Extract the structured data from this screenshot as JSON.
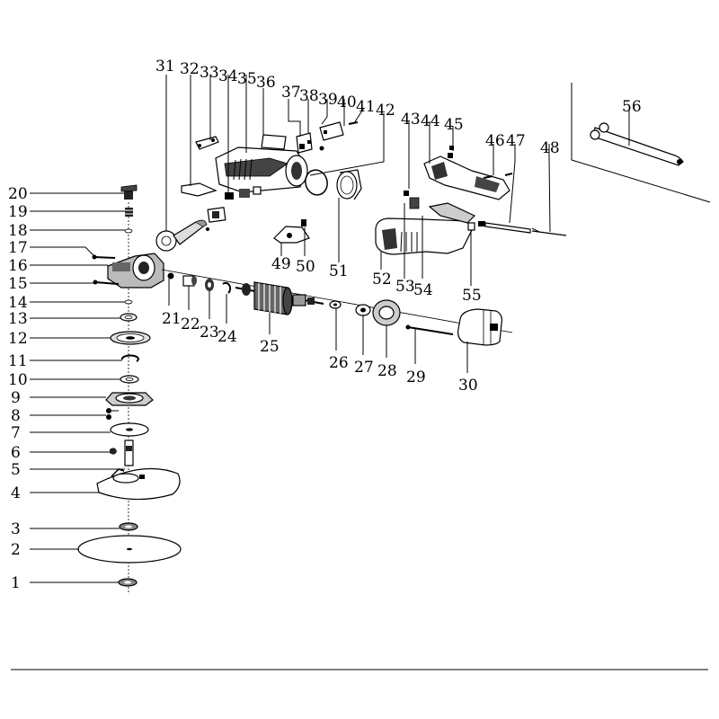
{
  "diagram": {
    "part_numbers": [
      "1",
      "2",
      "3",
      "4",
      "5",
      "6",
      "7",
      "8",
      "9",
      "10",
      "11",
      "12",
      "13",
      "14",
      "15",
      "16",
      "17",
      "18",
      "19",
      "20",
      "21",
      "22",
      "23",
      "24",
      "25",
      "26",
      "27",
      "28",
      "29",
      "30",
      "31",
      "32",
      "33",
      "34",
      "35",
      "36",
      "37",
      "38",
      "39",
      "40",
      "41",
      "42",
      "43",
      "44",
      "45",
      "46",
      "47",
      "48",
      "49",
      "50",
      "51",
      "52",
      "53",
      "54",
      "55",
      "56"
    ]
  },
  "colors": {
    "ink": "#000000",
    "paper": "#ffffff",
    "fill_dark": "#1a1a1a",
    "fill_mid": "#555555"
  }
}
